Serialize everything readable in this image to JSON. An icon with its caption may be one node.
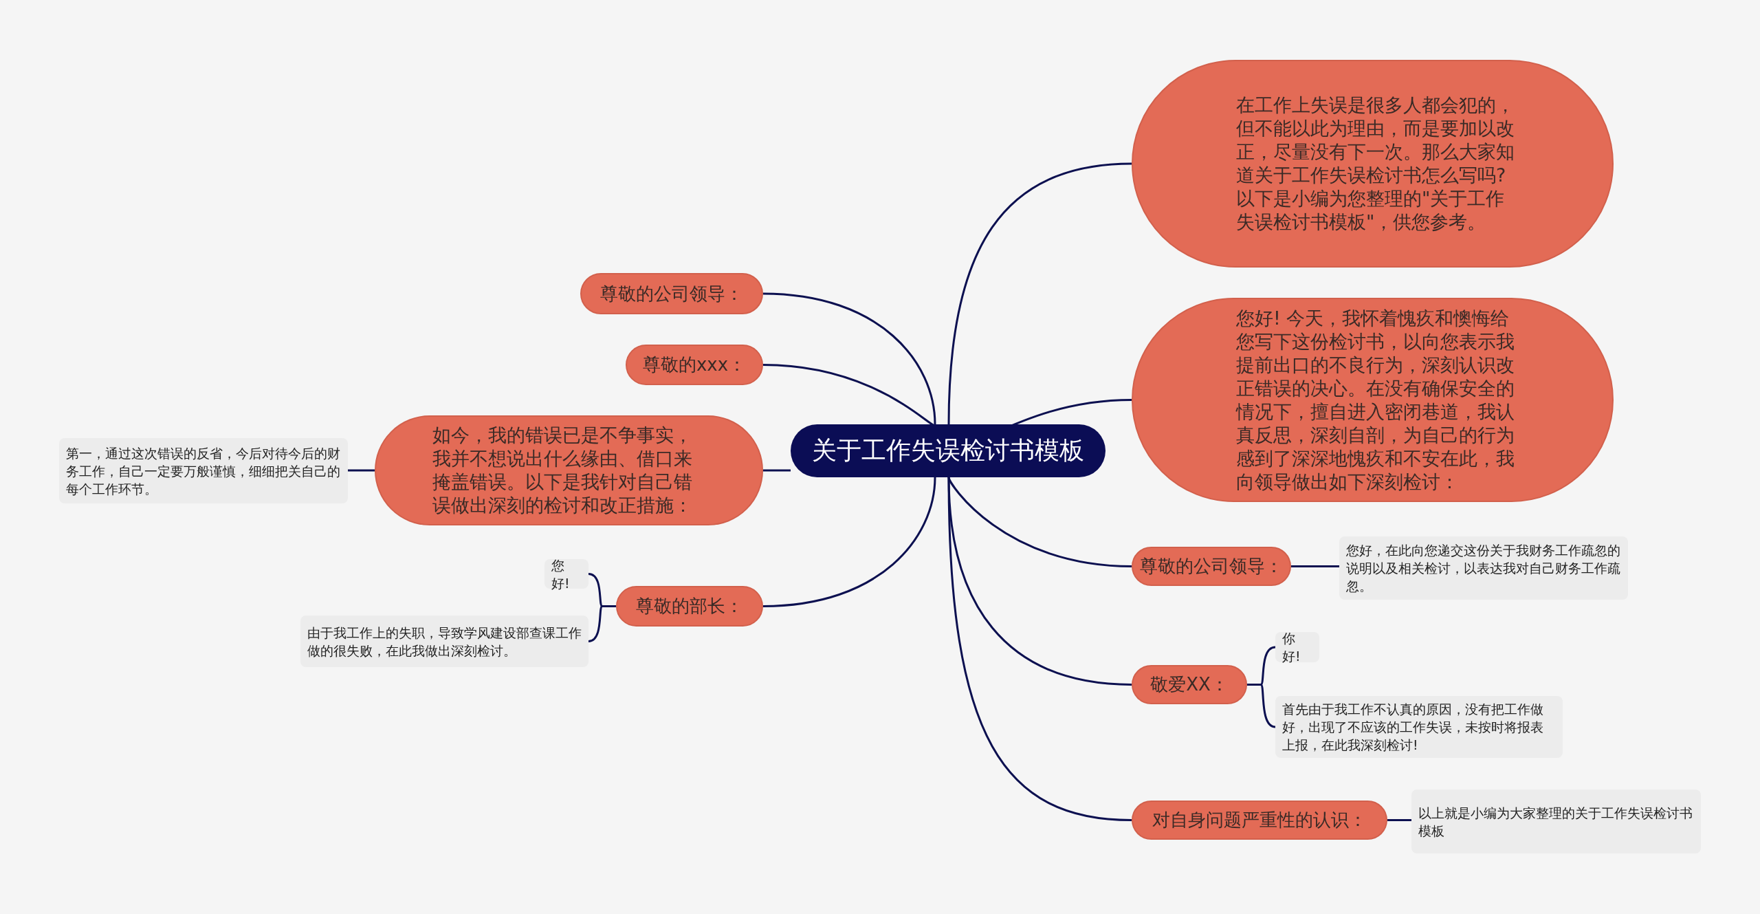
{
  "diagram": {
    "nodes": [
      {
        "text": [
          "关于工作失误检讨书模板"
        ]
      },
      {
        "text": [
          "在工作上失误是很多人都会犯的，但不能以此为理由，而是要加以改正，尽量没有下一次。那么大家知道关于工作失误检讨书怎么写吗?以下是小编为您整理的\"关于工作失误检讨书模板\"，供您参考。"
        ]
      },
      {
        "text": [
          "您好! 今天，我怀着愧疚和懊悔给您写下这份检讨书，以向您表示我提前出口的不良行为，深刻认识改正错误的决心。在没有确保安全的情况下，擅自进入密闭巷道，我认真反思，深刻自剖，为自己的行为感到了深深地愧疚和不安在此，我向领导做出如下深刻检讨："
        ]
      },
      {
        "text": [
          "尊敬的公司领导："
        ]
      },
      {
        "text": [
          "您好，在此向您递交这份关于我财务工作疏忽的说明以及相关检讨，以表达我对自己财务工作疏忽。"
        ]
      },
      {
        "text": [
          "敬爱XX："
        ]
      },
      {
        "text": [
          "你好!"
        ]
      },
      {
        "text": [
          "首先由于我工作不认真的原因，没有把工作做好，出现了不应该的工作失误，未按时将报表上报，在此我深刻检讨!"
        ]
      },
      {
        "text": [
          "对自身问题严重性的认识："
        ]
      },
      {
        "text": [
          "以上就是小编为大家整理的关于工作失误检讨书模板"
        ]
      },
      {
        "text": [
          "尊敬的公司领导："
        ]
      },
      {
        "text": [
          "尊敬的xxx："
        ]
      },
      {
        "text": [
          "如今，我的错误已是不争事实，我并不想说出什么缘由、借口来掩盖错误。以下是我针对自己错误做出深刻的检讨和改正措施："
        ]
      },
      {
        "text": [
          "第一，通过这次错误的反省，今后对待今后的财务工作，自己一定要万般谨慎，细细把关自己的每个工作环节。"
        ]
      },
      {
        "text": [
          "尊敬的部长："
        ]
      },
      {
        "text": [
          "您好!"
        ]
      },
      {
        "text": [
          "由于我工作上的失职，导致学风建设部查课工作做的很失败，在此我做出深刻检讨。"
        ]
      }
    ],
    "edges": [
      {
        "from": 0,
        "to": 1,
        "arrow": "none"
      },
      {
        "from": 0,
        "to": 2,
        "arrow": "none"
      },
      {
        "from": 0,
        "to": 3,
        "arrow": "none"
      },
      {
        "from": 3,
        "to": 4,
        "arrow": "none"
      },
      {
        "from": 0,
        "to": 5,
        "arrow": "none"
      },
      {
        "from": 5,
        "to": 6,
        "arrow": "none"
      },
      {
        "from": 5,
        "to": 7,
        "arrow": "none"
      },
      {
        "from": 0,
        "to": 8,
        "arrow": "none"
      },
      {
        "from": 8,
        "to": 9,
        "arrow": "none"
      },
      {
        "from": 0,
        "to": 10,
        "arrow": "none"
      },
      {
        "from": 0,
        "to": 11,
        "arrow": "none"
      },
      {
        "from": 0,
        "to": 12,
        "arrow": "none"
      },
      {
        "from": 12,
        "to": 13,
        "arrow": "none"
      },
      {
        "from": 0,
        "to": 14,
        "arrow": "none"
      },
      {
        "from": 14,
        "to": 15,
        "arrow": "none"
      },
      {
        "from": 14,
        "to": 16,
        "arrow": "none"
      }
    ]
  }
}
